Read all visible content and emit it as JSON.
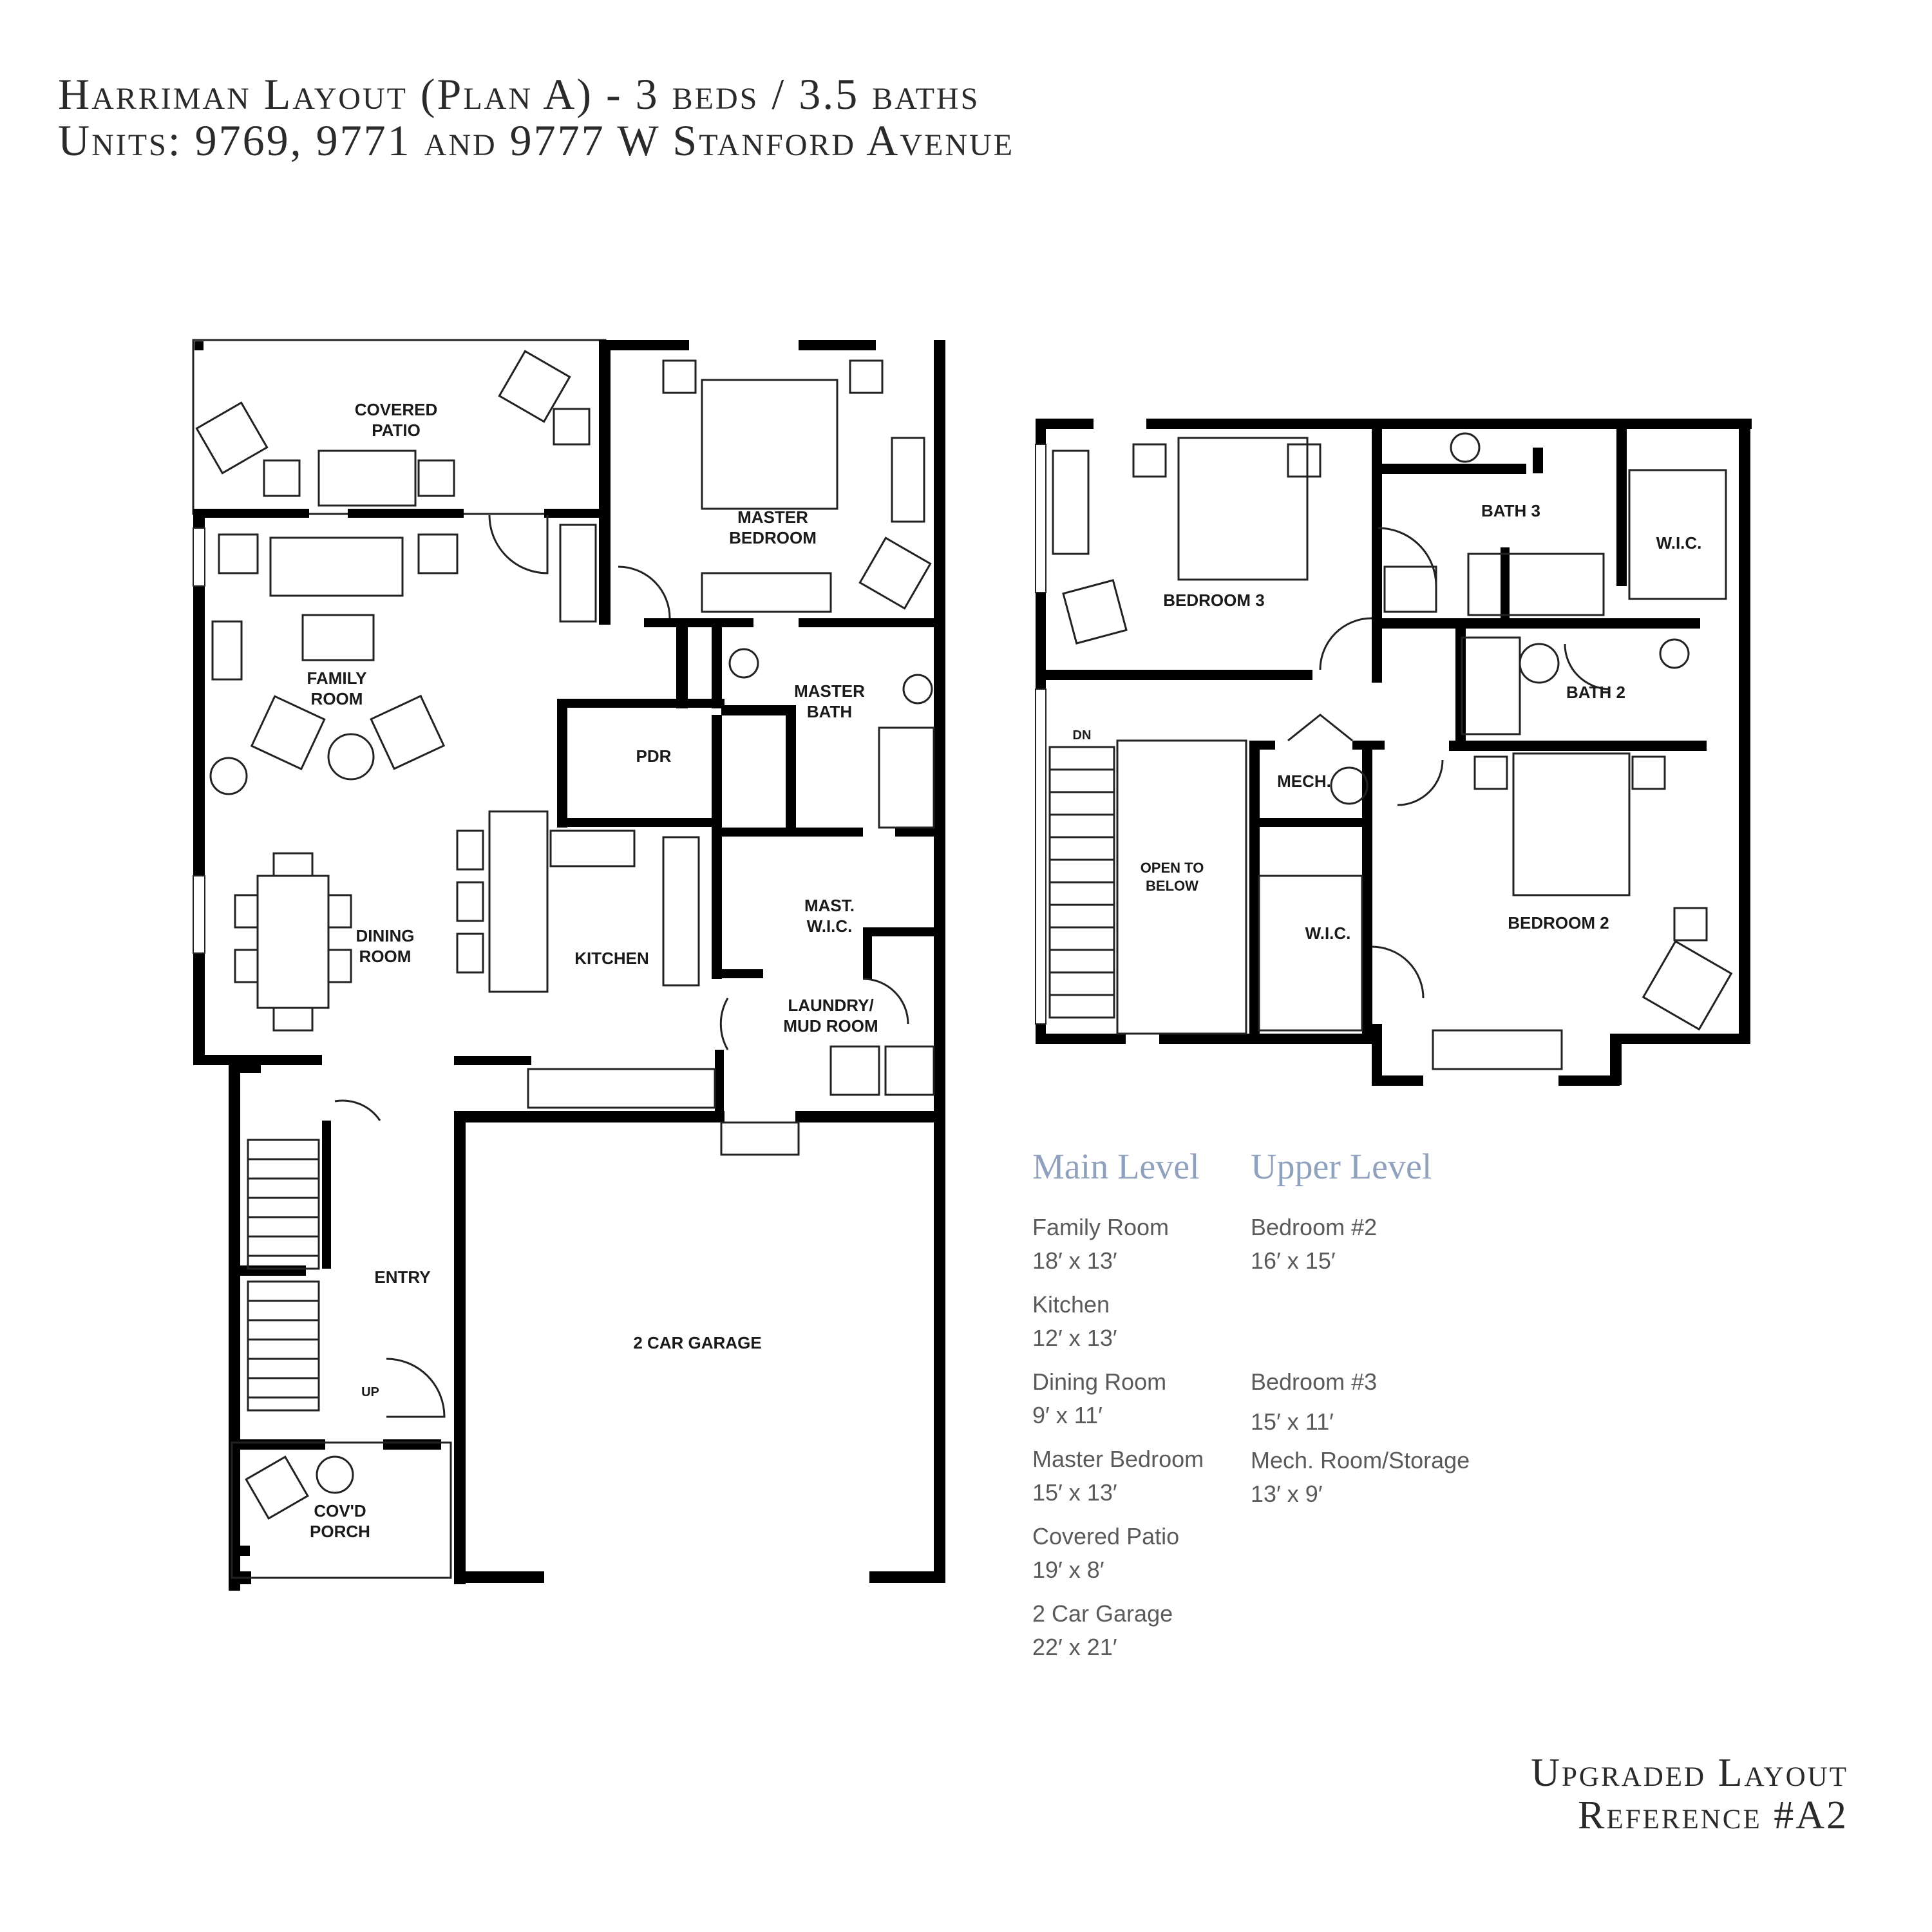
{
  "title": {
    "line1": "Harriman Layout (Plan A) - 3 beds / 3.5 baths",
    "line2": "Units: 9769, 9771 and 9777 W Stanford Avenue"
  },
  "main_plan": {
    "rooms": {
      "covered_patio": [
        "COVERED",
        "PATIO"
      ],
      "master_bedroom": [
        "MASTER",
        "BEDROOM"
      ],
      "family_room": [
        "FAMILY",
        "ROOM"
      ],
      "master_bath": [
        "MASTER",
        "BATH"
      ],
      "pdr": "PDR",
      "dining_room": [
        "DINING",
        "ROOM"
      ],
      "kitchen": "KITCHEN",
      "mast_wic": [
        "MAST.",
        "W.I.C."
      ],
      "laundry": [
        "LAUNDRY/",
        "MUD ROOM"
      ],
      "entry": "ENTRY",
      "garage": "2 CAR GARAGE",
      "porch": [
        "COV'D",
        "PORCH"
      ],
      "up": "UP"
    }
  },
  "upper_plan": {
    "rooms": {
      "bedroom3": "BEDROOM 3",
      "bath3": "BATH 3",
      "wic_right": "W.I.C.",
      "bath2": "BATH 2",
      "dn": "DN",
      "mech": "MECH.",
      "open_to_below": [
        "OPEN TO",
        "BELOW"
      ],
      "wic_mid": "W.I.C.",
      "bedroom2": "BEDROOM 2"
    }
  },
  "legend": {
    "main_level": {
      "heading": "Main Level",
      "items": [
        {
          "name": "Family Room",
          "size": "18′ x 13′"
        },
        {
          "name": "Kitchen",
          "size": "12′ x 13′"
        },
        {
          "name": "Dining Room",
          "size": "9′ x 11′"
        },
        {
          "name": "Master Bedroom",
          "size": "15′ x 13′"
        },
        {
          "name": "Covered Patio",
          "size": "19′ x 8′"
        },
        {
          "name": "2 Car Garage",
          "size": "22′ x 21′"
        }
      ]
    },
    "upper_level": {
      "heading": "Upper Level",
      "items": [
        {
          "name": "Bedroom #2",
          "size": "16′ x 15′"
        },
        {
          "name": "Bedroom #3",
          "size": "15′ x 11′"
        },
        {
          "name": "Mech. Room/Storage",
          "size": "13′ x 9′"
        }
      ]
    }
  },
  "reference": {
    "line1": "Upgraded Layout",
    "line2": "Reference #A2"
  }
}
